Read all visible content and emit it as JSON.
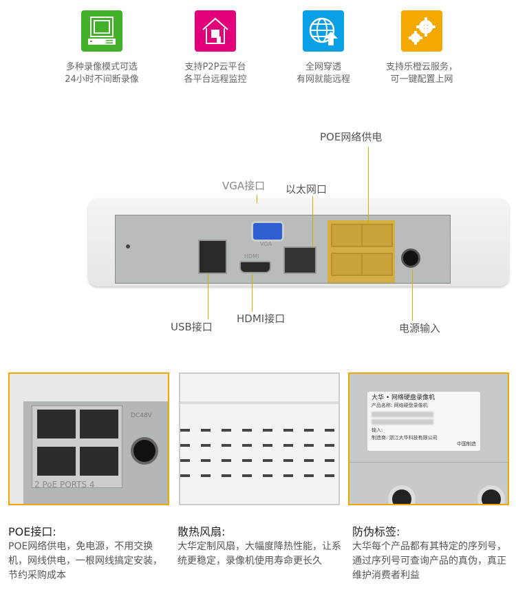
{
  "features": [
    {
      "icon": "dvr-recorder-icon",
      "color": "#43b02a",
      "line1": "多种录像模式可选",
      "line2": "24小时不间断录像"
    },
    {
      "icon": "smart-home-icon",
      "color": "#e2007a",
      "line1": "支持P2P云平台",
      "line2": "各平台远程监控"
    },
    {
      "icon": "globe-upload-icon",
      "color": "#0aa0e6",
      "line1": "全网穿透",
      "line2": "有网就能远程"
    },
    {
      "icon": "gears-icon",
      "color": "#f5a800",
      "line1": "支持乐橙云服务，",
      "line2": "可一键配置上网"
    }
  ],
  "device": {
    "labels": {
      "poe": "POE网络供电",
      "vga": "VGA接口",
      "ethernet": "以太网口",
      "usb": "USB接口",
      "hdmi": "HDMI接口",
      "power": "电源输入"
    },
    "panel_marks": {
      "vga": "VGA",
      "hdmi": "HDMI"
    }
  },
  "photos": {
    "poe": {
      "marks": "2 PoE PORTS 4",
      "power": "DC48V"
    },
    "sticker": {
      "title": "大华 • 网络硬盘录像机",
      "name_label": "产品名称:",
      "name_value": "网络硬盘录像机",
      "input_label": "输入:",
      "maker_label": "制造商:",
      "maker_value": "浙江大华科技有限公司",
      "made_in": "中国制造"
    }
  },
  "descriptions": [
    {
      "title": "POE接口:",
      "body": "POE网络供电，免电源，不用交换机，网线供电，一根网线搞定安装，节约采购成本"
    },
    {
      "title": "散热风扇:",
      "body": "大华定制风扇，大幅度降热性能，让系统更稳定，录像机使用寿命更长久"
    },
    {
      "title": "防伪标签:",
      "body": "大华每个产品都有其特定的序列号，通过序列号可查询产品的真伪，真正维护消费者利益"
    }
  ]
}
